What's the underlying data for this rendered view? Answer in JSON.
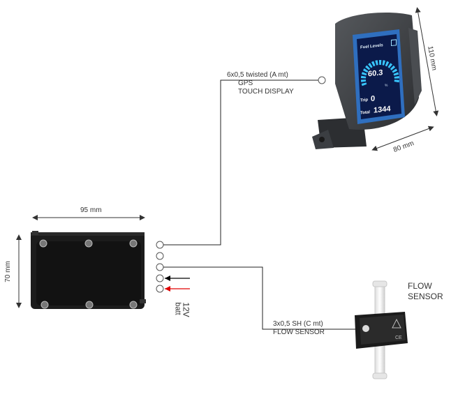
{
  "controller": {
    "width_label": "95 mm",
    "height_label": "70 mm",
    "power_label_line1": "12V",
    "power_label_line2": "batt"
  },
  "display": {
    "cable_line1": "6x0,5 twisted (A mt)",
    "cable_line2": "GPS",
    "cable_line3": "TOUCH DISPLAY",
    "height_label": "110 mm",
    "width_label": "80 mm",
    "screen": {
      "title": "Fuel Levels",
      "gauge_value": "60.3",
      "gauge_unit": "%",
      "trip_label": "Trip",
      "trip_value": "0",
      "total_label": "Total",
      "total_value": "1344"
    }
  },
  "flow_sensor": {
    "title_line1": "FLOW",
    "title_line2": "SENSOR",
    "cable_line1": "3x0,5 SH (C mt)",
    "cable_line2": "FLOW SENSOR"
  },
  "colors": {
    "wire": "#222222",
    "power_negative": "#000000",
    "power_positive": "#e00000",
    "display_body": "#3a3d40",
    "display_bezel": "#2f6fbf",
    "screen_bg": "#0b1a4a",
    "screen_accent": "#38c6ff"
  }
}
